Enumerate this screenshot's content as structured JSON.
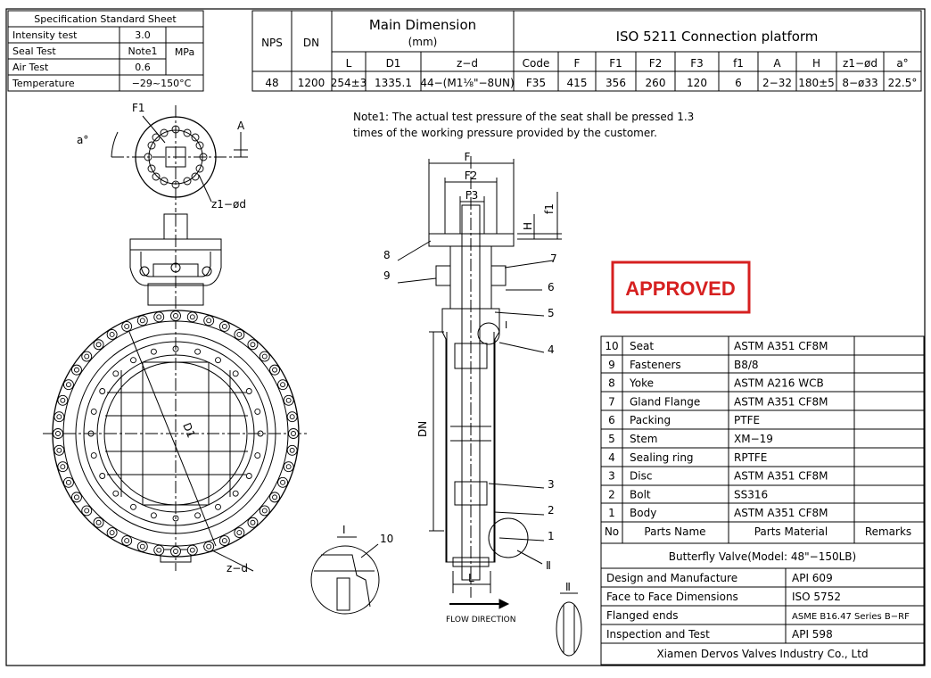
{
  "spec": {
    "title": "Specification Standard Sheet",
    "rows": [
      {
        "label": "Intensity test",
        "value": "3.0"
      },
      {
        "label": "Seal Test",
        "value": "Note1"
      },
      {
        "label": "Air Test",
        "value": "0.6"
      },
      {
        "label": "Temperature",
        "value": "−29~150°C"
      }
    ],
    "unit": "MPa"
  },
  "main_dim": {
    "nps_label": "NPS",
    "dn_label": "DN",
    "title": "Main Dimension",
    "unit": "(mm)",
    "cols": [
      "L",
      "D1",
      "z−d"
    ],
    "values": {
      "nps": "48",
      "dn": "1200",
      "L": "254±3",
      "D1": "1335.1",
      "zd": "44−(M1⅛\"−8UN)"
    }
  },
  "iso": {
    "title": "ISO 5211 Connection platform",
    "cols": [
      "Code",
      "F",
      "F1",
      "F2",
      "F3",
      "f1",
      "A",
      "H",
      "z1−ød",
      "a°"
    ],
    "values": [
      "F35",
      "415",
      "356",
      "260",
      "120",
      "6",
      "2−32",
      "180±5",
      "8−ø33",
      "22.5°"
    ]
  },
  "note": {
    "line1": "Note1: The actual test pressure of the seat shall be pressed 1.3",
    "line2": "times of the working pressure provided by the customer."
  },
  "stamp": "APPROVED",
  "labels": {
    "F1": "F1",
    "a": "a°",
    "A": "A",
    "z1d": "z1−ød",
    "D1": "D1",
    "zd": "z−d",
    "F": "F",
    "F2": "F2",
    "F3": "F3",
    "H": "H",
    "f1": "f1",
    "DN": "DN",
    "L": "L",
    "I": "I",
    "II": "Ⅱ",
    "flow": "FLOW DIRECTION",
    "n1": "1",
    "n2": "2",
    "n3": "3",
    "n4": "4",
    "n5": "5",
    "n6": "6",
    "n7": "7",
    "n8": "8",
    "n9": "9",
    "n10": "10"
  },
  "parts": {
    "rows": [
      {
        "no": "10",
        "name": "Seat",
        "material": "ASTM A351 CF8M",
        "remarks": ""
      },
      {
        "no": "9",
        "name": "Fasteners",
        "material": "B8/8",
        "remarks": ""
      },
      {
        "no": "8",
        "name": "Yoke",
        "material": "ASTM A216 WCB",
        "remarks": ""
      },
      {
        "no": "7",
        "name": "Gland Flange",
        "material": "ASTM A351 CF8M",
        "remarks": ""
      },
      {
        "no": "6",
        "name": "Packing",
        "material": "PTFE",
        "remarks": ""
      },
      {
        "no": "5",
        "name": "Stem",
        "material": "XM−19",
        "remarks": ""
      },
      {
        "no": "4",
        "name": "Sealing ring",
        "material": "RPTFE",
        "remarks": ""
      },
      {
        "no": "3",
        "name": "Disc",
        "material": "ASTM A351 CF8M",
        "remarks": ""
      },
      {
        "no": "2",
        "name": "Bolt",
        "material": "SS316",
        "remarks": ""
      },
      {
        "no": "1",
        "name": "Body",
        "material": "ASTM A351 CF8M",
        "remarks": ""
      }
    ],
    "header": {
      "no": "No",
      "name": "Parts Name",
      "material": "Parts Material",
      "remarks": "Remarks"
    }
  },
  "title_block": {
    "title": "Butterfly Valve(Model: 48\"−150LB)",
    "rows": [
      {
        "label": "Design and Manufacture",
        "value": "API 609"
      },
      {
        "label": "Face to Face Dimensions",
        "value": "ISO 5752"
      },
      {
        "label": "Flanged ends",
        "value": "ASME B16.47 Series B−RF"
      },
      {
        "label": "Inspection and Test",
        "value": "API 598"
      }
    ],
    "company": "Xiamen Dervos Valves Industry Co., Ltd"
  },
  "colors": {
    "stamp": "#d62020",
    "line": "#000000"
  }
}
